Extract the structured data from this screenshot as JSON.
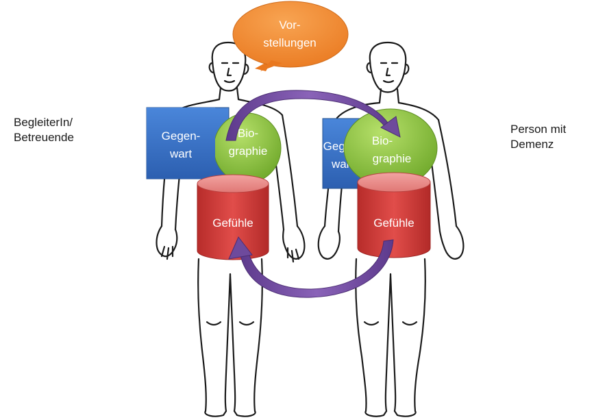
{
  "labels": {
    "left_person": [
      "BegleiterIn/",
      "Betreuende"
    ],
    "right_person": [
      "Person mit",
      "Demenz"
    ]
  },
  "bubble": {
    "lines": [
      "Vor-",
      "stellungen"
    ],
    "color": "#f28a2e"
  },
  "left": {
    "present_lines": [
      "Gegen-",
      "wart"
    ],
    "biography_lines": [
      "Bio-",
      "graphie"
    ],
    "feelings": "Gefühle"
  },
  "right": {
    "present_lines": [
      "Gegen-",
      "wart"
    ],
    "biography_lines": [
      "Bio-",
      "graphie"
    ],
    "feelings": "Gefühle"
  },
  "colors": {
    "present": "#3a74c8",
    "biography": "#8cc63f",
    "feelings": "#d9413e",
    "arrow": "#7a52a6",
    "outline": "#1a1a1a"
  }
}
